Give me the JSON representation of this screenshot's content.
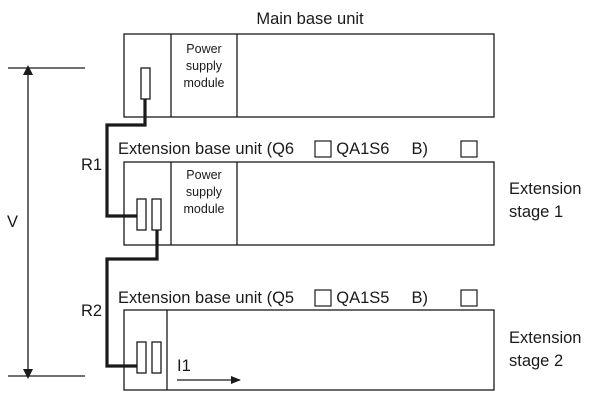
{
  "main_unit": {
    "title": "Main base unit",
    "power_supply": [
      "Power",
      "supply",
      "module"
    ]
  },
  "ext_unit_1": {
    "title_prefix": "Extension base unit (Q6",
    "title_middle": "B, QA1S6",
    "title_suffix": "B)",
    "power_supply": [
      "Power",
      "supply",
      "module"
    ],
    "stage": [
      "Extension",
      "stage 1"
    ]
  },
  "ext_unit_2": {
    "title_prefix": "Extension base unit (Q5",
    "title_middle": "B, QA1S5",
    "title_suffix": "B)",
    "stage": [
      "Extension",
      "stage 2"
    ],
    "current_label": "I1"
  },
  "labels": {
    "voltage": "V",
    "cable_1": "R1",
    "cable_2": "R2"
  }
}
